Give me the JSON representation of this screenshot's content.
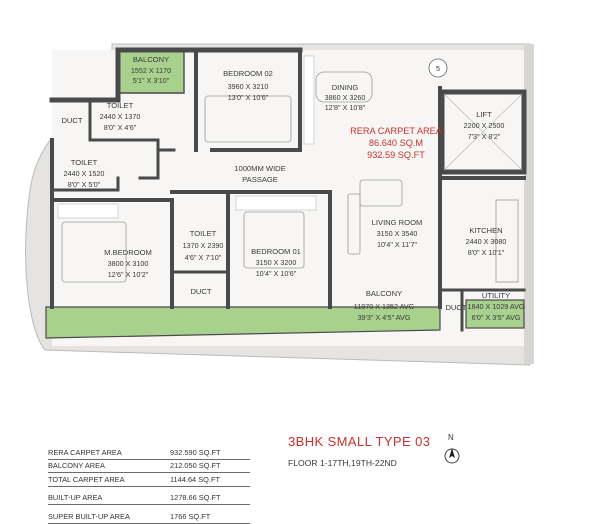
{
  "rooms": {
    "balcony_top": {
      "name": "BALCONY",
      "dim1": "1552 X 1170",
      "dim2": "5'1\" X 3'10\""
    },
    "bedroom02": {
      "name": "BEDROOM 02",
      "dim1": "3960 X 3210",
      "dim2": "13'0\" X 10'6\""
    },
    "dining": {
      "name": "DINING",
      "dim1": "3860 X 3260",
      "dim2": "12'8\" X 10'8\""
    },
    "toilet1": {
      "name": "TOILET",
      "dim1": "2440 X 1370",
      "dim2": "8'0\" X 4'6\""
    },
    "duct1": {
      "name": "DUCT"
    },
    "toilet2": {
      "name": "TOILET",
      "dim1": "2440 X 1520",
      "dim2": "8'0\" X 5'0\""
    },
    "passage": {
      "line1": "1000MM WIDE",
      "line2": "PASSAGE"
    },
    "lift": {
      "name": "LIFT",
      "dim1": "2200 X 2500",
      "dim2": "7'3\" X 8'2\""
    },
    "living": {
      "name": "LIVING ROOM",
      "dim1": "3150 X 3540",
      "dim2": "10'4\" X 11'7\""
    },
    "kitchen": {
      "name": "KITCHEN",
      "dim1": "2440 X 3080",
      "dim2": "8'0\" X 10'1\""
    },
    "mbedroom": {
      "name": "M.BEDROOM",
      "dim1": "3800 X 3100",
      "dim2": "12'6\" X 10'2\""
    },
    "toilet3": {
      "name": "TOILET",
      "dim1": "1370 X 2390",
      "dim2": "4'6\" X 7'10\""
    },
    "bedroom01": {
      "name": "BEDROOM 01",
      "dim1": "3150 X 3200",
      "dim2": "10'4\" X 10'6\""
    },
    "duct2": {
      "name": "DUCT"
    },
    "balcony_bottom": {
      "name": "BALCONY",
      "dim1": "11970 X 1352 AVG",
      "dim2": "39'3\" X 4'5\" AVG"
    },
    "duct3": {
      "name": "DUCT"
    },
    "utility": {
      "name": "UTILITY",
      "dim1": "1840 X 1029 AVG",
      "dim2": "6'0\" X 3'5\" AVG"
    }
  },
  "rera_overlay": {
    "label": "RERA CARPET AREA",
    "sqm": "86.640 SQ.M",
    "sqft": "932.59 SQ.FT"
  },
  "unit_number": "5",
  "unit_type": "3BHK SMALL TYPE 03",
  "floors": "FLOOR 1-17TH,19TH-22ND",
  "north_label": "N",
  "area_table": [
    {
      "label": "RERA CARPET AREA",
      "value": "932.590 SQ.FT"
    },
    {
      "label": "BALCONY AREA",
      "value": "212.050 SQ.FT"
    },
    {
      "label": "TOTAL CARPET AREA",
      "value": "1144.64 SQ.FT"
    },
    {
      "label": "BUILT-UP AREA",
      "value": "1278.66 SQ.FT"
    },
    {
      "label": "SUPER BUILT-UP AREA",
      "value": "1766 SQ.FT"
    }
  ],
  "colors": {
    "accent_red": "#c8312b",
    "balcony_green": "#a9d18e",
    "wall_dark": "#4a4a4a",
    "outer_grey": "#e6e4e2"
  }
}
